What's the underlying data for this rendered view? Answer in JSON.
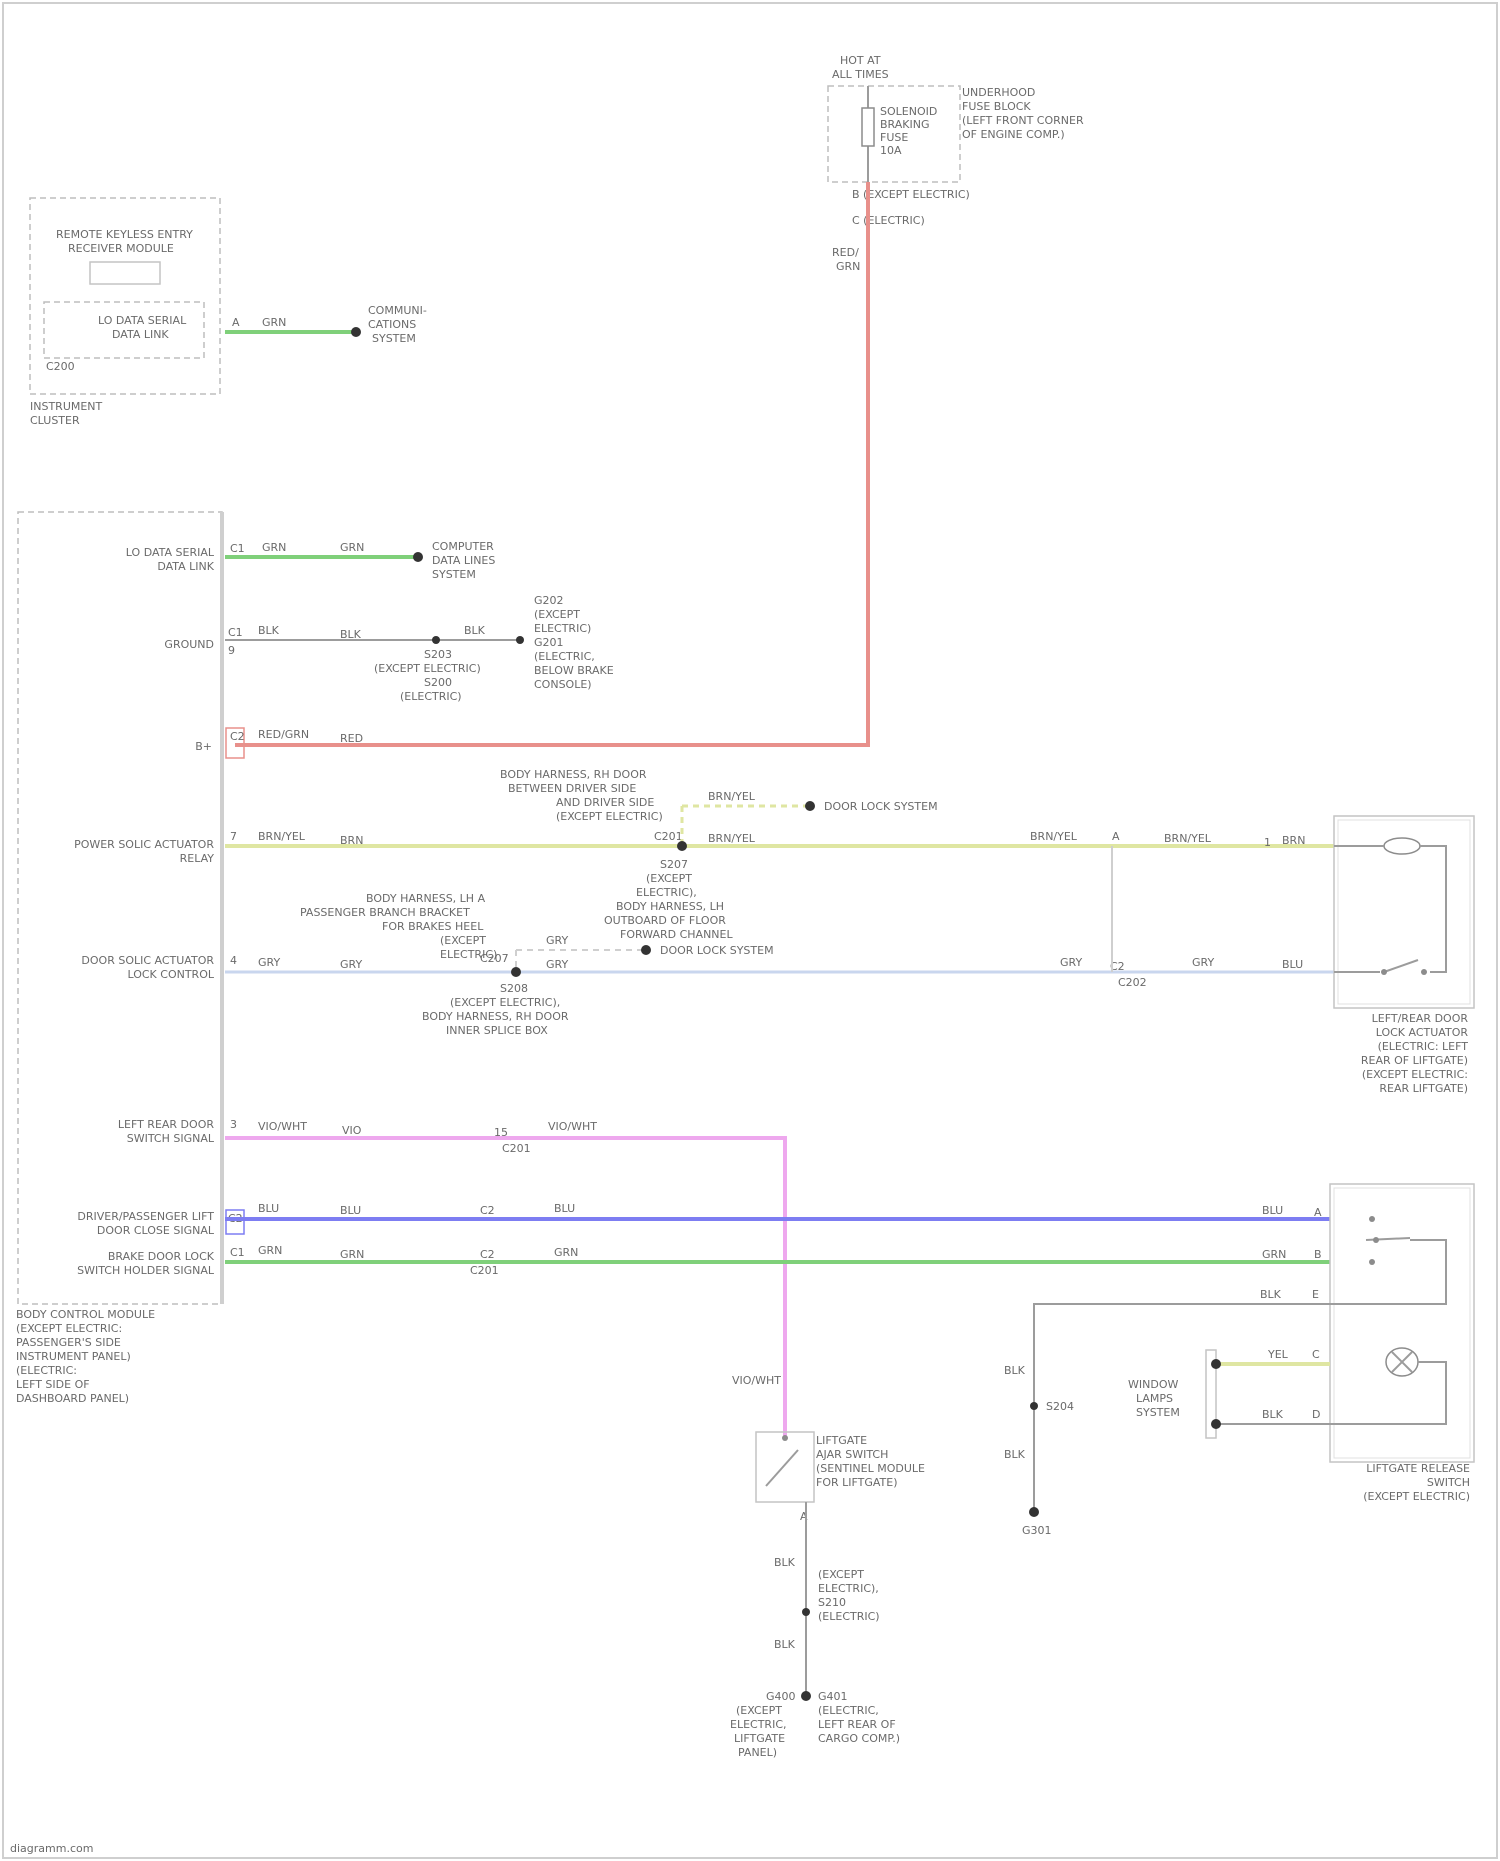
{
  "footer": {
    "watermark": "diagramm.com"
  },
  "wire_colors": {
    "green": "#7fd07a",
    "red": "#e8908b",
    "yellow": "#dfe6a2",
    "blue": "#7d7df2",
    "pink": "#eea8ee",
    "light_blue": "#c9d6ee",
    "gray": "#9c9c9c",
    "light_gray": "#cfcfcf"
  },
  "top_fuse": {
    "title_1": "HOT AT",
    "title_2": "ALL TIMES",
    "fuse_1": "SOLENOID",
    "fuse_2": "BRAKING",
    "fuse_3": "FUSE",
    "fuse_4": "10A",
    "box_1": "UNDERHOOD",
    "box_2": "FUSE BLOCK",
    "box_3": "(LEFT FRONT CORNER",
    "box_4": "OF ENGINE COMP.)",
    "conn_1": "B   (EXCEPT ELECTRIC)",
    "conn_2": "C   (ELECTRIC)",
    "wire_1": "RED/",
    "wire_2": "GRN"
  },
  "receiver_module": {
    "title_1": "REMOTE KEYLESS ENTRY",
    "title_2": "RECEIVER MODULE",
    "pin_label_1": "LO DATA SERIAL",
    "pin_label_2": "DATA LINK",
    "pin": "A",
    "sub": "C200",
    "wire": "GRN",
    "dest_1": "COMMUNI-",
    "dest_2": "CATIONS",
    "dest_3": "SYSTEM",
    "under_1": "INSTRUMENT",
    "under_2": "CLUSTER"
  },
  "bcm": {
    "pins": [
      {
        "label_1": "LO DATA SERIAL",
        "label_2": "DATA LINK",
        "pin": "C1",
        "wire_1": "GRN",
        "wire_2": "GRN"
      },
      {
        "label_1": "GROUND",
        "label_2": "",
        "pin": "C1",
        "pin_2": "9",
        "wire_1": "BLK",
        "wire_2": "BLK"
      },
      {
        "label_1": "B+",
        "label_2": "",
        "pin": "C2",
        "wire_1": "RED/GRN",
        "wire_2": "RED"
      },
      {
        "label_1": "POWER SOLIC ACTUATOR",
        "label_2": "RELAY",
        "pin": "7",
        "wire_1": "BRN/YEL",
        "wire_2": "BRN"
      },
      {
        "label_1": "DOOR SOLIC ACTUATOR",
        "label_2": "LOCK CONTROL",
        "pin": "4",
        "wire_1": "GRY",
        "wire_2": "GRY"
      },
      {
        "label_1": "LEFT REAR DOOR",
        "label_2": "SWITCH SIGNAL",
        "pin": "3",
        "wire_1": "VIO/WHT",
        "wire_2": "VIO"
      },
      {
        "label_1": "DRIVER/PASSENGER LIFT",
        "label_2": "DOOR CLOSE SIGNAL",
        "pin": "C2",
        "wire_1": "BLU",
        "wire_2": "BLU"
      },
      {
        "label_1": "BRAKE DOOR LOCK",
        "label_2": "SWITCH HOLDER SIGNAL",
        "pin": "C1",
        "wire_1": "GRN",
        "wire_2": "GRN"
      }
    ],
    "title_1": "BODY CONTROL MODULE",
    "title_2": "(EXCEPT ELECTRIC:",
    "title_3": "PASSENGER'S SIDE",
    "title_4": "INSTRUMENT PANEL)",
    "title_5": "(ELECTRIC:",
    "title_6": "LEFT SIDE OF",
    "title_7": "DASHBOARD PANEL)"
  },
  "comms_dest_2": {
    "l1": "COMPUTER",
    "l2": "DATA LINES",
    "l3": "SYSTEM"
  },
  "ground_splice": {
    "s1": "S203",
    "s1b_1": "(EXCEPT ELECTRIC)",
    "s1b_2": "S200",
    "s1b_3": "(ELECTRIC)",
    "w": "BLK",
    "r1": "G202",
    "r2": "(EXCEPT",
    "r3": "ELECTRIC)",
    "r4": "G201",
    "r5": "(ELECTRIC,",
    "r6": "BELOW BRAKE",
    "r7": "CONSOLE)"
  },
  "yellow_branch": {
    "t1": "BODY HARNESS, RH DOOR",
    "t2": "BETWEEN DRIVER SIDE",
    "t3": "AND DRIVER SIDE",
    "t4": "(EXCEPT ELECTRIC)",
    "conn": "C201",
    "wire_a": "BRN/YEL",
    "wire_b": "BRN/YEL",
    "wire_c": "BRN/YEL",
    "dest": "DOOR LOCK SYSTEM",
    "s": "S207",
    "s_1": "(EXCEPT",
    "s_2": "ELECTRIC),",
    "s_3": "BODY HARNESS, LH",
    "s_4": "OUTBOARD OF FLOOR",
    "s_5": "FORWARD CHANNEL",
    "right_pin": "A",
    "right_wire": "BRN/YEL",
    "right_pin_2": "1",
    "right_wire_2": "BRN"
  },
  "gray_branch": {
    "t1": "BODY HARNESS, LH A",
    "t2": "PASSENGER BRANCH BRACKET",
    "t3": "FOR BRAKES HEEL",
    "t4": "(EXCEPT",
    "t5": "ELECTRIC)",
    "conn": "C207",
    "wire_a": "GRY",
    "wire_b": "GRY",
    "dest": "DOOR LOCK SYSTEM",
    "s": "S208",
    "s_1": "(EXCEPT ELECTRIC),",
    "s_2": "BODY HARNESS, RH DOOR",
    "s_3": "INNER SPLICE BOX",
    "right_wire": "GRY",
    "right_pin": "C2",
    "right_conn": "C202",
    "right_wire_2": "GRY",
    "right_wire_3": "BLU"
  },
  "pink_branch": {
    "pin": "15",
    "conn": "C201",
    "wire": "VIO/WHT",
    "down_wire": "VIO/WHT"
  },
  "blue_row": {
    "conn": "C2",
    "wire": "BLU",
    "right_wire": "BLU",
    "right_pin": "A"
  },
  "green_row": {
    "conn": "C2",
    "conn_2": "C201",
    "wire": "GRN",
    "right_wire": "GRN",
    "right_pin": "B"
  },
  "left_door_module": {
    "l1": "LEFT/REAR DOOR",
    "l2": "LOCK ACTUATOR",
    "l3": "(ELECTRIC: LEFT",
    "l4": "REAR OF LIFTGATE)",
    "l5": "(EXCEPT ELECTRIC:",
    "l6": "REAR LIFTGATE)"
  },
  "liftgate_switch": {
    "t1": "LIFTGATE RELEASE",
    "t2": "SWITCH",
    "t3": "(EXCEPT ELECTRIC)",
    "blk_wire": "BLK",
    "blk_pin": "E",
    "yel_wire": "YEL",
    "yel_pin": "C",
    "blk2_wire": "BLK",
    "blk2_pin": "D",
    "ind_1": "WINDOW",
    "ind_2": "LAMPS",
    "ind_3": "SYSTEM",
    "s": "S204",
    "w1": "BLK",
    "w2": "BLK",
    "g": "G301"
  },
  "ajar_switch": {
    "t1": "LIFTGATE",
    "t2": "AJAR SWITCH",
    "t3": "(SENTINEL MODULE",
    "t4": "FOR LIFTGATE)",
    "pin": "A",
    "w1": "BLK",
    "d1": "(EXCEPT",
    "d2": "ELECTRIC),",
    "d3": "S210",
    "d4": "(ELECTRIC)",
    "w2": "BLK",
    "g1": "G400",
    "g2": "(EXCEPT",
    "g3": "ELECTRIC,",
    "g4": "LIFTGATE",
    "g5": "PANEL)",
    "g6": "G401",
    "g7": "(ELECTRIC,",
    "g8": "LEFT REAR OF",
    "g9": "CARGO COMP.)"
  }
}
